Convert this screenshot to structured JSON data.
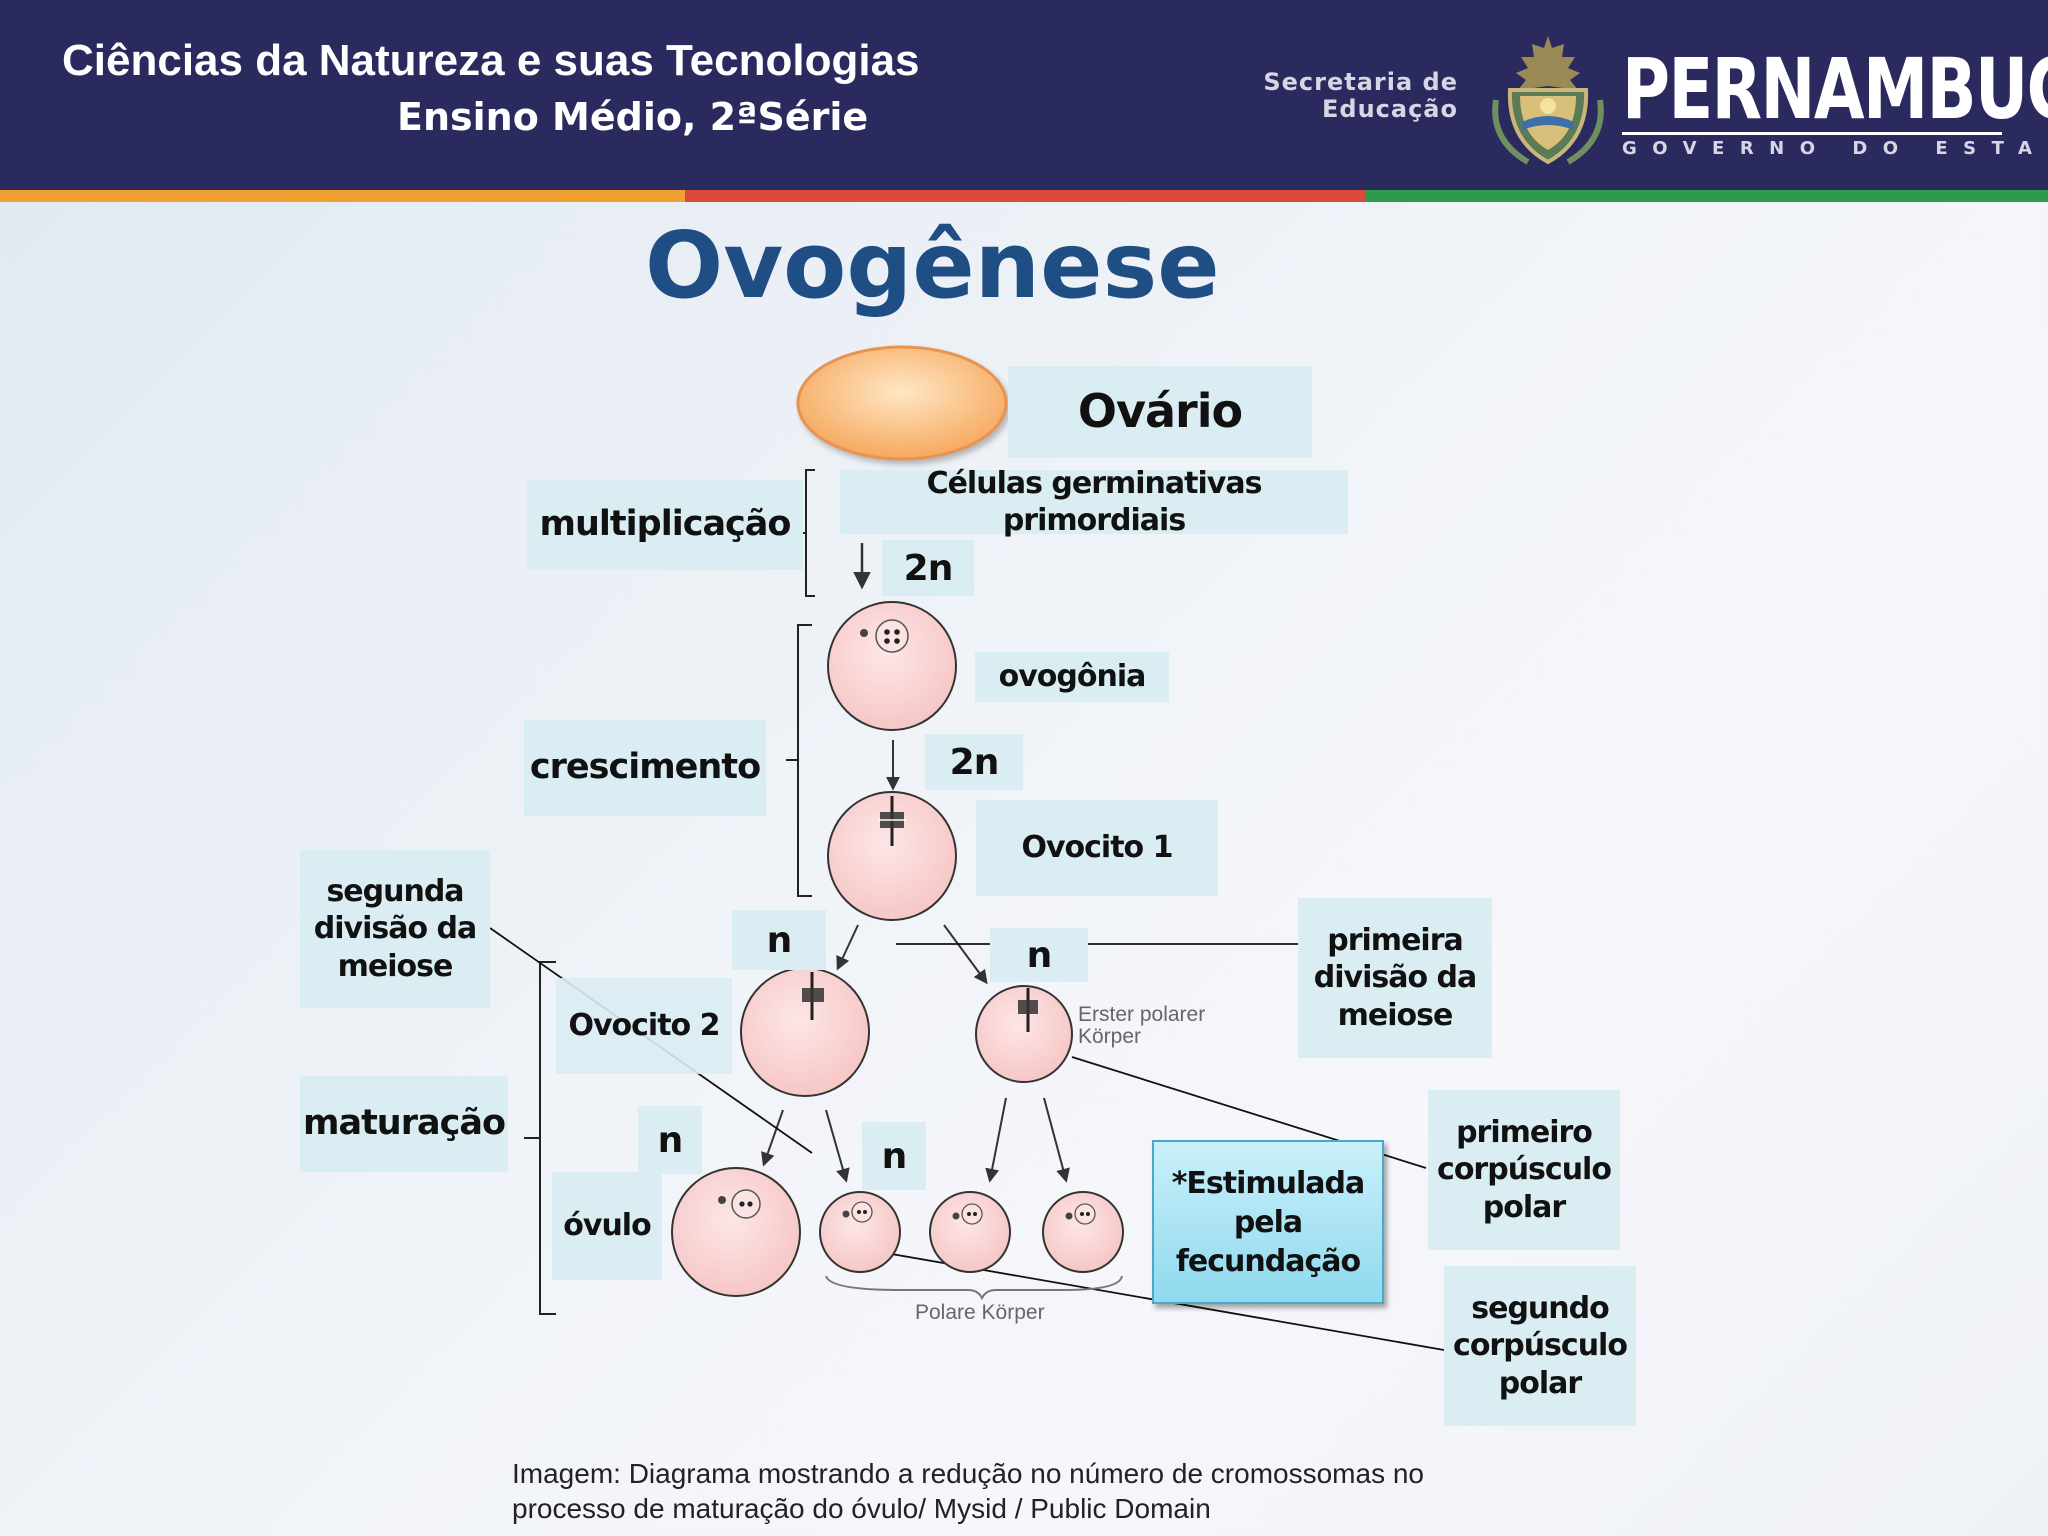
{
  "header": {
    "title": "Ciências da Natureza e suas Tecnologias",
    "subtitle": "Ensino Médio, 2ªSérie",
    "secretaria_line1": "Secretaria de",
    "secretaria_line2": "Educação",
    "state_name": "PERNAMBUCO",
    "state_tagline": "GOVERNO DO ESTADO",
    "stripe_colors": [
      "#f0a030",
      "#d94a3c",
      "#2f9a4a"
    ]
  },
  "slide": {
    "title": "Ovogênese"
  },
  "diagram": {
    "ovary_label": "Ovário",
    "germ_cells": "Células germinativas primordiais",
    "phase_multiplicacao": "multiplicação",
    "phase_crescimento": "crescimento",
    "phase_maturacao": "maturação",
    "ploidy_2n_a": "2n",
    "ploidy_2n_b": "2n",
    "ploidy_n_1": "n",
    "ploidy_n_2": "n",
    "ploidy_n_3": "n",
    "ploidy_n_4": "n",
    "ovogonia": "ovogônia",
    "ovocito1": "Ovocito 1",
    "ovocito2": "Ovocito 2",
    "ovulo": "óvulo",
    "segunda_divisao": [
      "segunda",
      "divisão da",
      "meiose"
    ],
    "primeira_divisao": [
      "primeira",
      "divisão da",
      "meiose"
    ],
    "primeiro_corpusculo": [
      "primeiro",
      "corpúsculo",
      "polar"
    ],
    "segundo_corpusculo": [
      "segundo",
      "corpúsculo",
      "polar"
    ],
    "estimulada": [
      "*Estimulada",
      "pela",
      "fecundação"
    ],
    "erster_polarer_line1": "Erster polarer",
    "erster_polarer_line2": "Körper",
    "polare_korper": "Polare Körper",
    "colors": {
      "cell_fill": "#f9d3d3",
      "ovary_fill": "#f7b57a",
      "label_bg": "#d9edf3",
      "title_blue": "#1f4e85"
    }
  },
  "caption": {
    "line1": "Imagem: Diagrama mostrando a redução no número de cromossomas no",
    "line2": "processo de maturação do óvulo/ Mysid / Public Domain"
  }
}
